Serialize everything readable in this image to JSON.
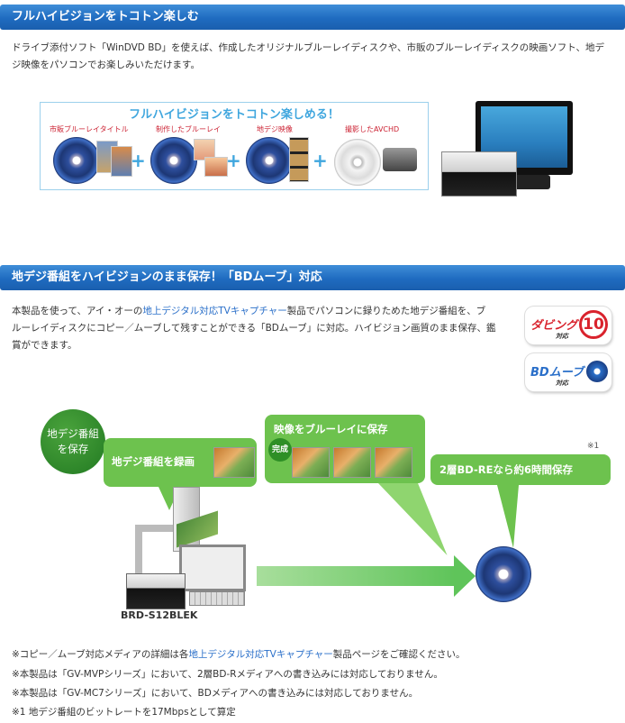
{
  "section1": {
    "title": "フルハイビジョンをトコトン楽しむ",
    "text_line1": "ドライブ添付ソフト「WinDVD BD」を使えば、作成したオリジナルブルーレイディスクや、市販のブルーレイディスクの映画ソフト、地デ",
    "text_line2": "ジ映像をパソコンでお楽しみいただけます。",
    "banner": {
      "title": "フルハイビジョンをトコトン楽しめる！",
      "items": [
        {
          "label": "市販ブルーレイタイトル"
        },
        {
          "label": "制作したブルーレイ"
        },
        {
          "label": "地デジ映像"
        },
        {
          "label": "撮影したAVCHD"
        }
      ],
      "plus": "+"
    }
  },
  "section2": {
    "title": "地デジ番組をハイビジョンのまま保存！「BDムーブ」対応",
    "p_line1_a": "本製品を使って、アイ・オーの",
    "p_line1_link": "地上デジタル対応TVキャプチャー",
    "p_line1_b": "製品でパソコンに録りためた地デジ番組を、ブ",
    "p_line2": "ルーレイディスクにコピー／ムーブして残すことができる「BDムーブ」に対応。ハイビジョン画質のまま保存、鑑",
    "p_line3": "賞ができます。",
    "badge_dubbing": {
      "text": "ダビング",
      "sub": "対応",
      "num": "10"
    },
    "badge_bdmove": {
      "text": "BDムーブ",
      "sub": "対応",
      "logo": "Blu-ray Disc"
    }
  },
  "diagram": {
    "circle_line1": "地デジ番組",
    "circle_line2": "を保存",
    "record_label": "地デジ番組を録画",
    "save_label": "映像をブルーレイに保存",
    "complete_label": "完成",
    "capacity_label": "2層BD-REなら約6時間保存",
    "note_mark": "※1",
    "drive_model": "BRD-S12BLEK"
  },
  "footnotes": {
    "n1_a": "※コピー／ムーブ対応メディアの詳細は各",
    "n1_link": "地上デジタル対応TVキャプチャー",
    "n1_b": "製品ページをご確認ください。",
    "n2": "※本製品は「GV-MVPシリーズ」において、2層BD-Rメディアへの書き込みには対応しておりません。",
    "n3": "※本製品は「GV-MC7シリーズ」において、BDメディアへの書き込みには対応しておりません。",
    "n4": "※1 地デジ番組のビットレートを17Mbpsとして算定"
  },
  "colors": {
    "header_blue": "#1f6bc0",
    "link_blue": "#2a6fc9",
    "bubble_green": "#6dc24e",
    "banner_title_blue": "#3fa6de",
    "badge_red": "#d9232d"
  }
}
